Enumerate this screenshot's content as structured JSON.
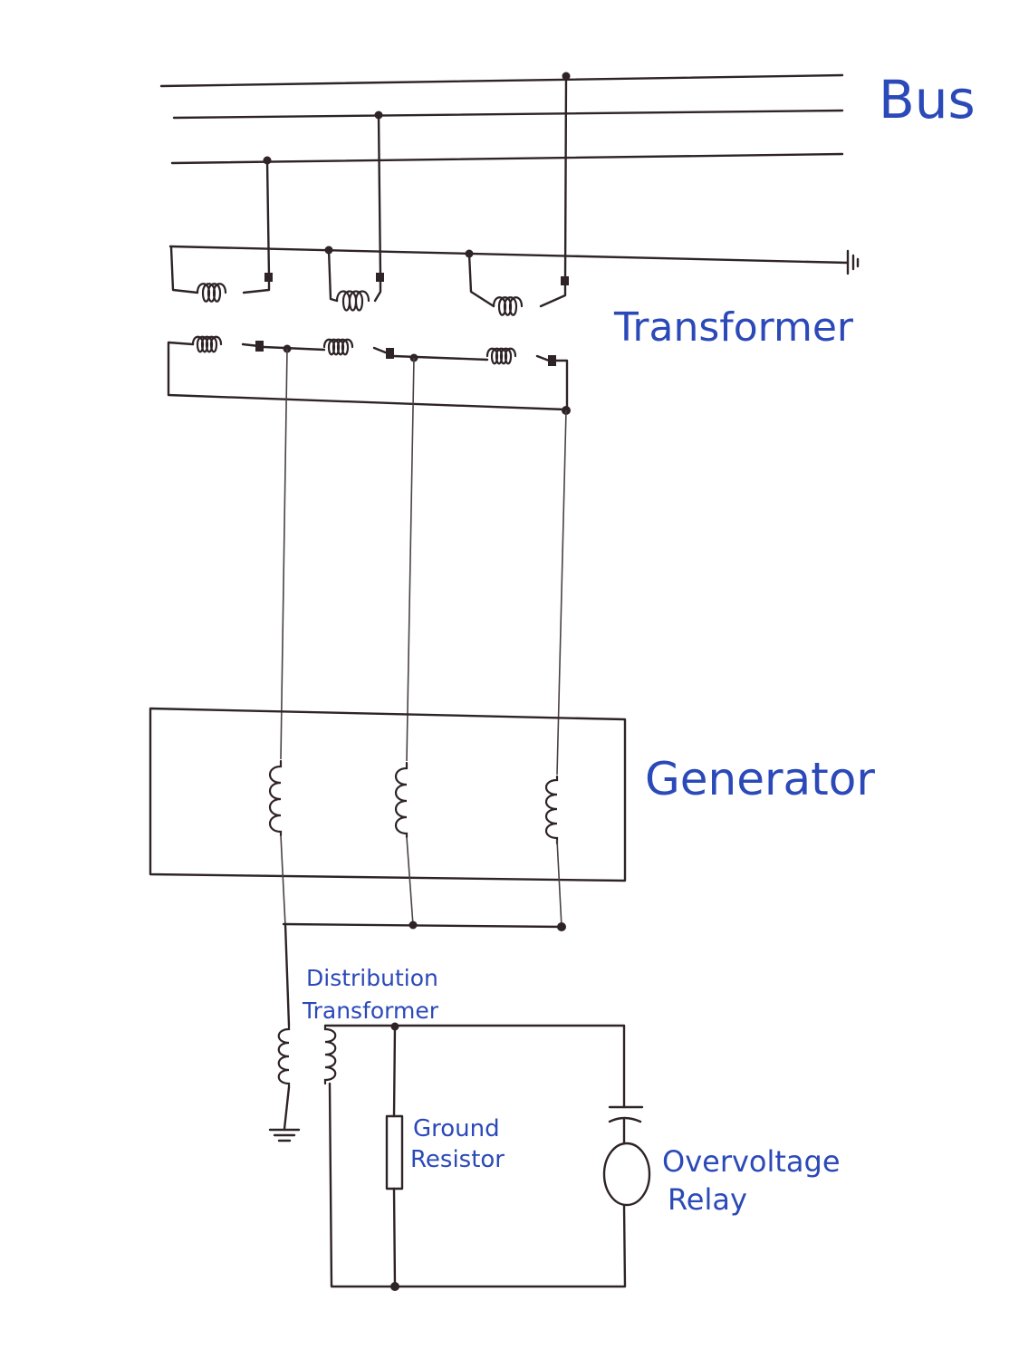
{
  "labels": {
    "bus": "Bus",
    "transformer": "Transformer",
    "generator": "Generator",
    "distribution_transformer_line1": "Distribution",
    "distribution_transformer_line2": "Transformer",
    "ground_resistor_line1": "Ground",
    "ground_resistor_line2": "Resistor",
    "overvoltage_relay_line1": "Overvoltage",
    "overvoltage_relay_line2": "Relay"
  },
  "colors": {
    "ink": "#2e2326",
    "label_ink": "#2b49b8",
    "paper": "#ffffff"
  }
}
